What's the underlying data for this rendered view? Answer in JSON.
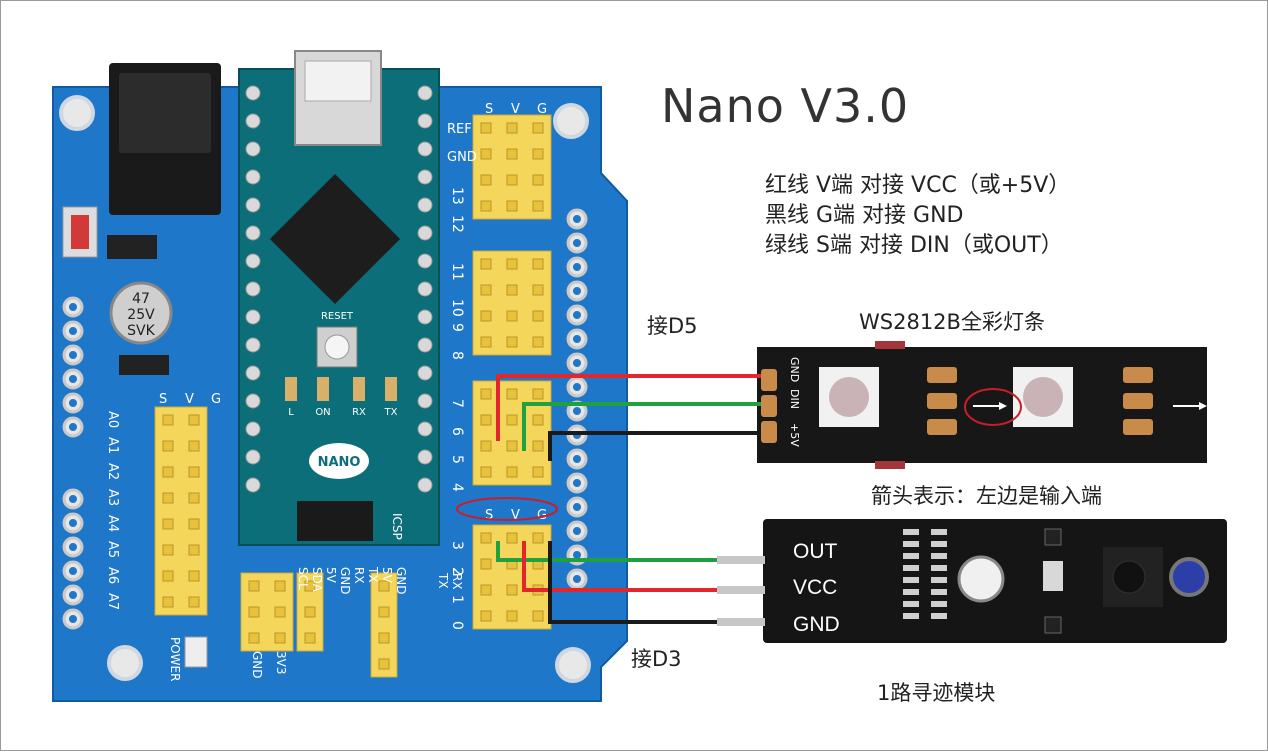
{
  "title": "Nano V3.0",
  "legend": [
    "红线   V端  对接 VCC（或+5V）",
    "黑线   G端  对接 GND",
    "绿线   S端  对接  DIN（或OUT）"
  ],
  "labels": {
    "connect_d5": "接D5",
    "connect_d3": "接D3",
    "strip_title": "WS2812B全彩灯条",
    "arrow_note": "箭头表示：左边是输入端",
    "sensor_title": "1路寻迹模块"
  },
  "sensor_pins": [
    "OUT",
    "VCC",
    "GND"
  ],
  "strip_pads": [
    "GND",
    "DIN",
    "+5V"
  ],
  "board_marks": {
    "cap_lines": [
      "47",
      "25V",
      "SVK"
    ],
    "nano_logo": "NANO",
    "reset": "RESET",
    "led_marks": [
      "L",
      "ON",
      "RX",
      "TX"
    ],
    "header_letters": [
      "S",
      "V",
      "G"
    ],
    "analog_pins": [
      "A0",
      "A1",
      "A2",
      "A3",
      "A4",
      "A5",
      "A6",
      "A7"
    ],
    "digital_pins": [
      "13",
      "12",
      "11",
      "10",
      "9",
      "8",
      "7",
      "6",
      "5",
      "4",
      "3",
      "2",
      "1",
      "0"
    ],
    "power_label": "POWER",
    "bottom_labels": [
      "SCL",
      "SDA",
      "5V",
      "GND",
      "RX",
      "TX",
      "5V",
      "GND",
      "TX",
      "RX",
      "3V3",
      "GND"
    ],
    "icsp": "ICSP",
    "ref_gnd": [
      "REF",
      "GND"
    ]
  },
  "colors": {
    "red_wire": "#e3262b",
    "green_wire": "#1fa140",
    "black_wire": "#1a1a1a",
    "shield_blue": "#1f77c9",
    "nano_teal": "#0b6e78",
    "header_yellow": "#f3d65a"
  }
}
